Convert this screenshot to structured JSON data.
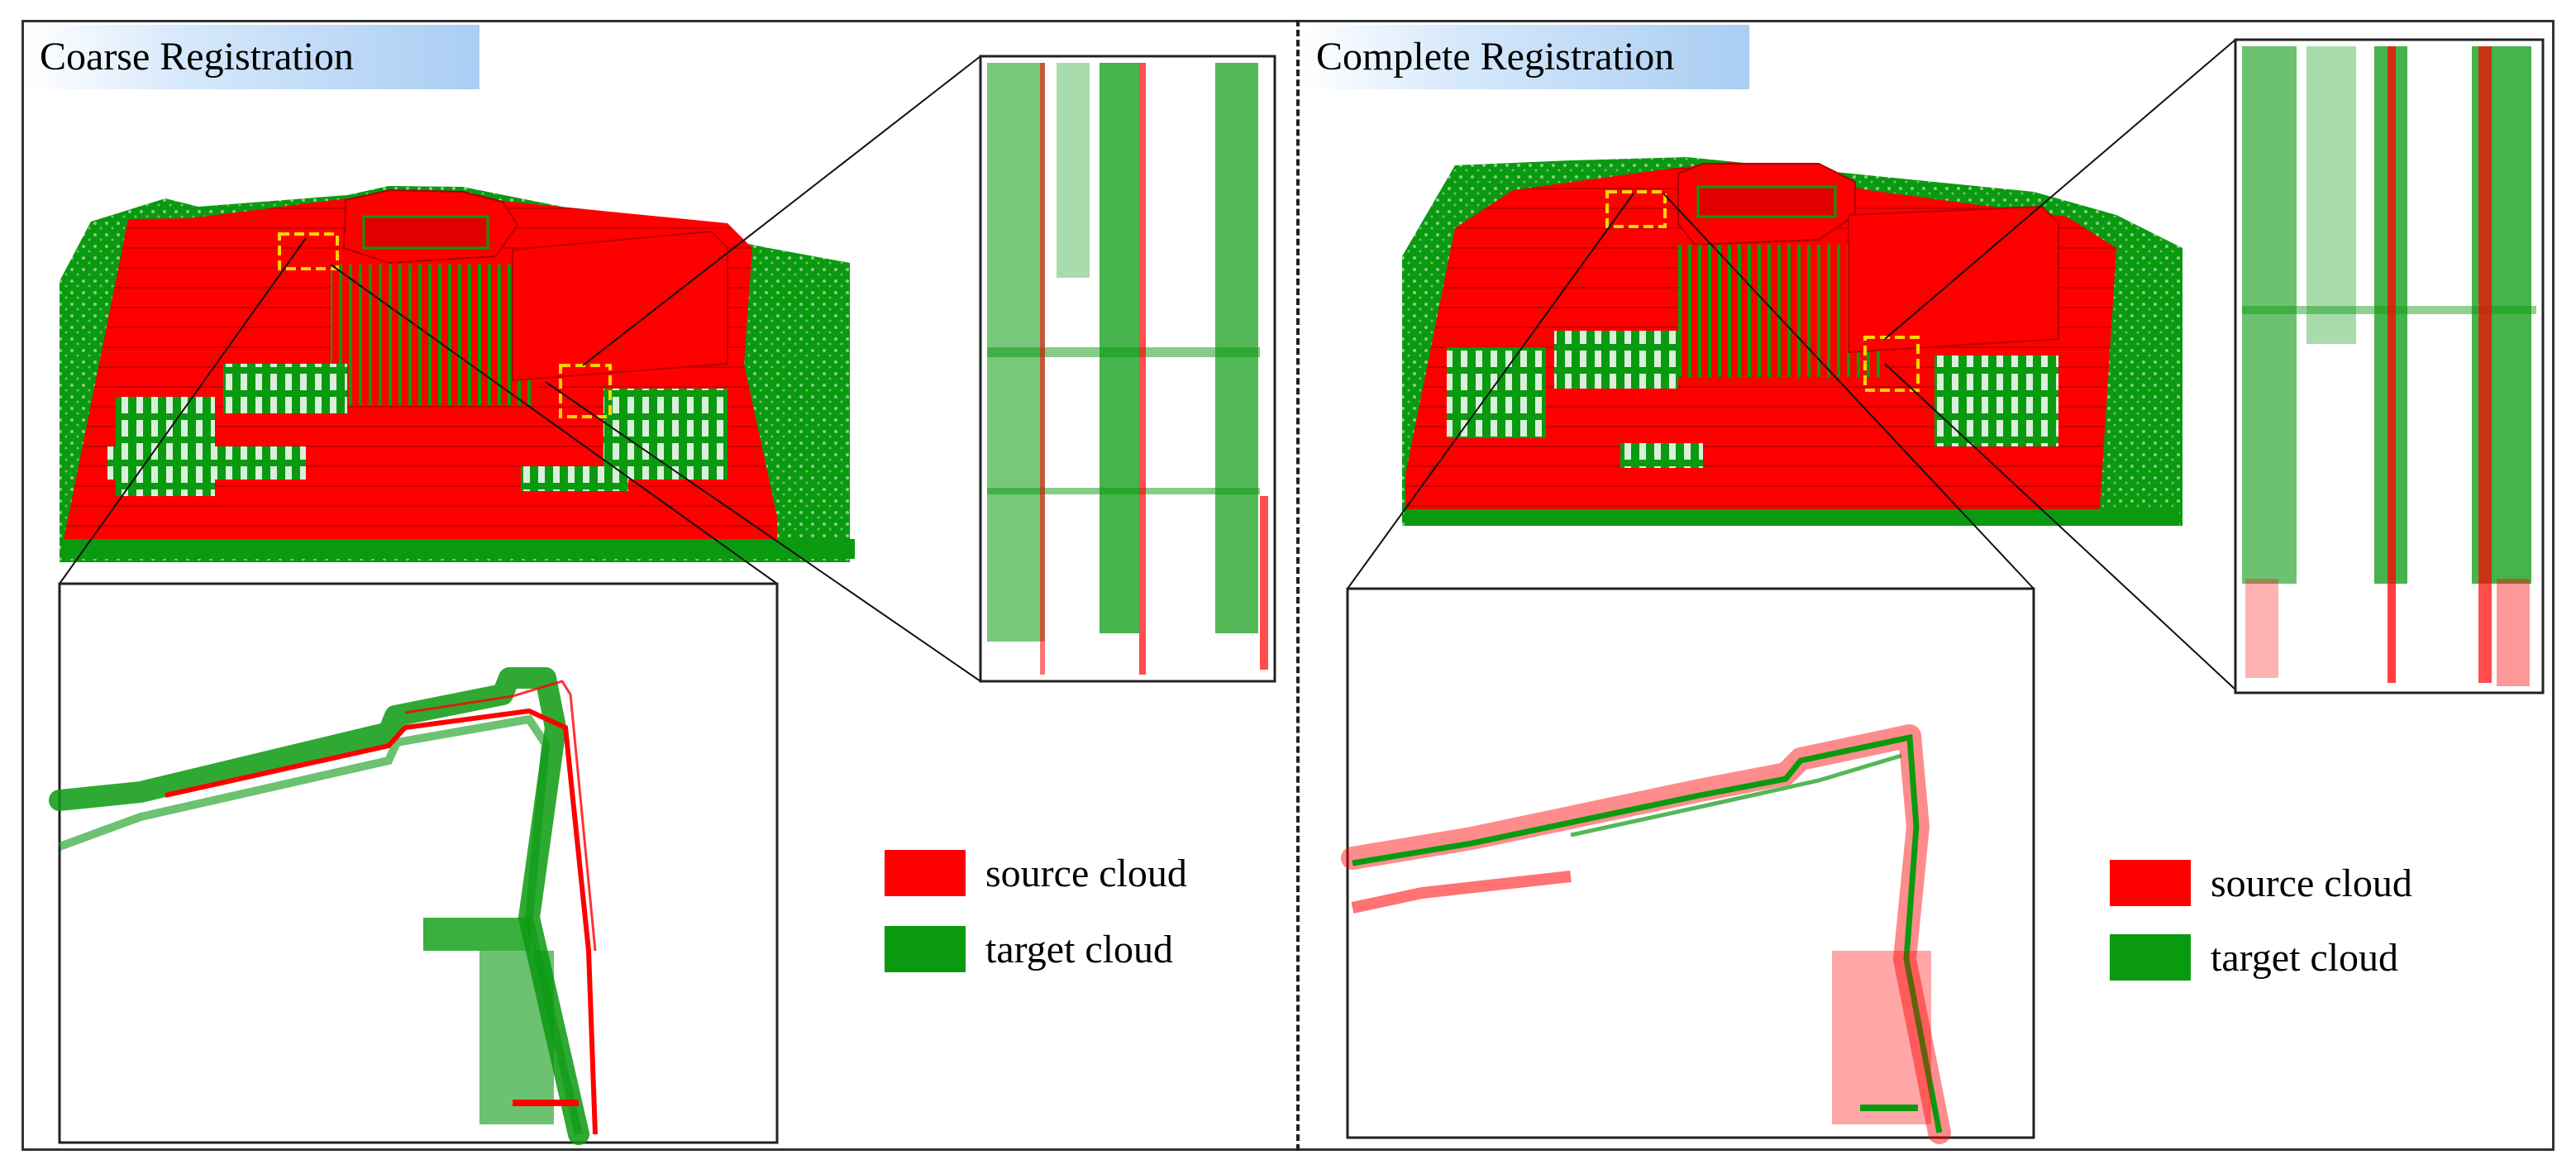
{
  "panels": {
    "left": {
      "title": "Coarse Registration"
    },
    "right": {
      "title": "Complete Registration"
    }
  },
  "legend": {
    "source": {
      "label": "source cloud",
      "color": "#ff0000"
    },
    "target": {
      "label": "target cloud",
      "color": "#0a9a10"
    }
  },
  "colors": {
    "source": "#ff0000",
    "target": "#0a9a10",
    "highlight_box": "#ffd400"
  }
}
